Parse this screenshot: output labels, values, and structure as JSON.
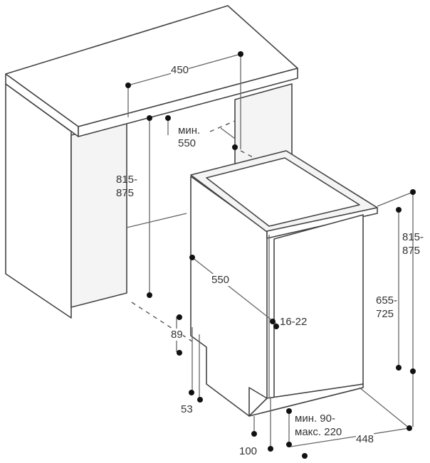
{
  "title": "Dishwasher built-in installation dimensions (mm)",
  "dimensions": {
    "cabinet_width": "450",
    "cabinet_depth_min_label": "мин.",
    "cabinet_depth_min_value": "550",
    "niche_height_left_1": "815-",
    "niche_height_left_2": "875",
    "appliance_depth": "550",
    "door_gap": "16-22",
    "appliance_height_1": "815-",
    "appliance_height_2": "875",
    "door_height_1": "655-",
    "door_height_2": "725",
    "plinth_height": "89",
    "foot_offset": "53",
    "plinth_range_1": "мин. 90-",
    "plinth_range_2": "макс. 220",
    "front_offset": "100",
    "appliance_width": "448"
  }
}
